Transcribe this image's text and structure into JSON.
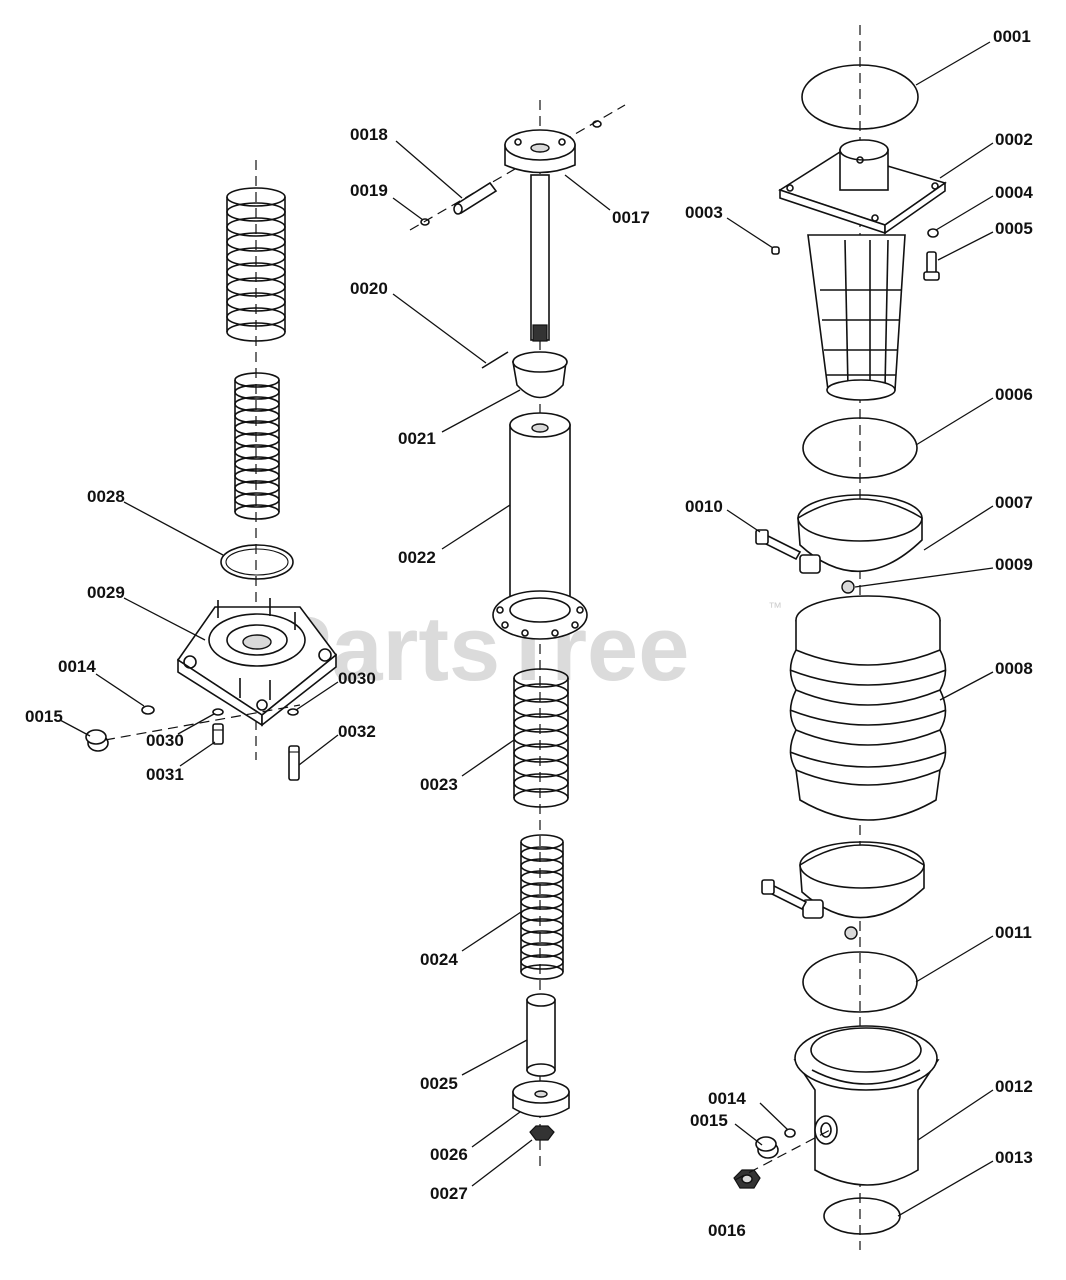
{
  "watermark": {
    "text": "PartsTree",
    "trademark": "™"
  },
  "callouts": {
    "c0001": "0001",
    "c0002": "0002",
    "c0003": "0003",
    "c0004": "0004",
    "c0005": "0005",
    "c0006": "0006",
    "c0007": "0007",
    "c0008": "0008",
    "c0009": "0009",
    "c0010": "0010",
    "c0011": "0011",
    "c0012": "0012",
    "c0013": "0013",
    "c0014a": "0014",
    "c0014b": "0014",
    "c0015a": "0015",
    "c0015b": "0015",
    "c0016": "0016",
    "c0017": "0017",
    "c0018": "0018",
    "c0019": "0019",
    "c0020": "0020",
    "c0021": "0021",
    "c0022": "0022",
    "c0023": "0023",
    "c0024": "0024",
    "c0025": "0025",
    "c0026": "0026",
    "c0027": "0027",
    "c0028": "0028",
    "c0029": "0029",
    "c0030a": "0030",
    "c0030b": "0030",
    "c0031": "0031",
    "c0032": "0032"
  }
}
